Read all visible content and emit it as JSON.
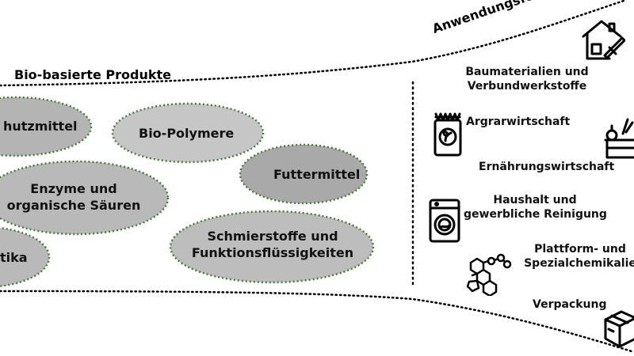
{
  "diagram": {
    "products_title": "Bio-basierte Produkte",
    "applications_title": "Anwendungsfelder",
    "products": [
      {
        "label": "hutzmittel"
      },
      {
        "label": "Bio-Polymere"
      },
      {
        "label": "Futtermittel"
      },
      {
        "label_line1": "Enzyme und",
        "label_line2": "organische Säuren"
      },
      {
        "label": "tika"
      },
      {
        "label_line1": "Schmierstoffe und",
        "label_line2": "Funktionsflüssigkeiten"
      }
    ],
    "applications": [
      {
        "line1": "Baumaterialien und",
        "line2": "Verbundwerkstoffe",
        "icon": "house-icon"
      },
      {
        "line1": "Argrarwirtschaft",
        "icon": "seed-bag-icon"
      },
      {
        "line1": "Ernährungswirtschaft",
        "icon": "vegetable-crate-icon"
      },
      {
        "line1": "Haushalt und",
        "line2": "gewerbliche Reinigung",
        "icon": "washing-machine-icon"
      },
      {
        "line1": "Plattform- und",
        "line2": "Spezialchemikalie",
        "icon": "molecule-icon"
      },
      {
        "line1": "Verpackung",
        "icon": "box-icon"
      }
    ],
    "colors": {
      "ellipse_fill": "#b7b7b7",
      "ellipse_fill_dark": "#a9a9a9",
      "ellipse_border": "#4a7a3a",
      "line": "#000000"
    }
  }
}
